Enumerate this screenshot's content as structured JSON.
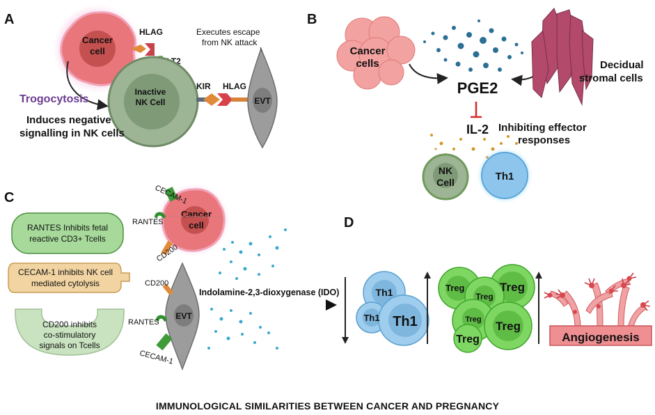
{
  "panels": {
    "a": {
      "letter": "A",
      "cancer_cell": "Cancer cell",
      "nk_cell": "Inactive NK Cell",
      "hlag_top": "HLAG",
      "ilt2": "ILT2",
      "kir": "KIR",
      "hlag_mid": "HLAG",
      "evt": "EVT",
      "escape_note": "Executes escape from NK attack",
      "trogocytosis": "Trogocytosis",
      "negative_signal": "Induces negative signalling in NK cells"
    },
    "b": {
      "letter": "B",
      "cancer_cells": "Cancer cells",
      "pge2": "PGE2",
      "decidual": "Decidual stromal cells",
      "il2": "IL-2",
      "inhibiting": "Inhibiting effector responses",
      "nk_cell": "NK Cell",
      "th1": "Th1"
    },
    "c": {
      "letter": "C",
      "box1": "RANTES Inhibits fetal reactive CD3+ Tcells",
      "box2": "CECAM-1 inhibits NK cell mediated cytolysis",
      "box3": "CD200 inhibits co-stimulatory signals on Tcells",
      "cancer_cell": "Cancer cell",
      "cecam1_top": "CECAM-1",
      "rantes_top": "RANTES",
      "cd200_top": "CD200",
      "cd200_bottom": "CD200",
      "rantes_bottom": "RANTES",
      "cecam1_bottom": "CECAM-1",
      "evt": "EVT",
      "ido": "Indolamine-2,3-dioxygenase (IDO)"
    },
    "d": {
      "letter": "D",
      "th1_labels": [
        "Th1",
        "Th1",
        "Th1"
      ],
      "treg_labels": [
        "Treg",
        "Treg",
        "Treg",
        "Treg",
        "Treg",
        "Treg"
      ],
      "angiogenesis": "Angiogenesis"
    }
  },
  "caption": "IMMUNOLOGICAL SIMILARITIES BETWEEN CANCER AND PREGNANCY",
  "colors": {
    "cancer_red": "#e0706c",
    "cancer_glow": "#f5a3d0",
    "nk_green": "#9db595",
    "evt_gray": "#9c9c9c",
    "hlag_orange": "#e08a3a",
    "pge2_blue": "#2b6f95",
    "il2_orange": "#d4962a",
    "th1_blue": "#8ec5ec",
    "treg_green": "#6fd155",
    "stromal_purple": "#b34a6c",
    "vessel_red": "#e7767a"
  }
}
